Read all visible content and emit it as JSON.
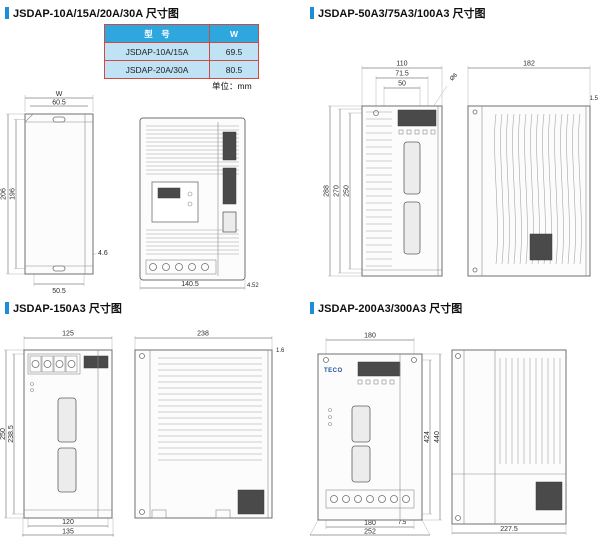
{
  "colors": {
    "accent": "#1b8ed8",
    "table_header_bg": "#2ea7de",
    "table_row_bg": "#bfe2f4",
    "table_border": "#cf4a41"
  },
  "sections": {
    "s1": {
      "title": "JSDAP-10A/15A/20A/30A 尺寸图",
      "table": {
        "col_model": "型　号",
        "col_w": "W",
        "rows": [
          {
            "model": "JSDAP-10A/15A",
            "w": "69.5"
          },
          {
            "model": "JSDAP-20A/30A",
            "w": "80.5"
          }
        ],
        "unit": "单位：mm"
      },
      "dims": {
        "width_w": "W",
        "hole_span": "60.5",
        "height_outer": "206",
        "height_inner": "196",
        "hole_dia": "4.6",
        "bottom_span": "50.5",
        "depth": "140.5",
        "panel_thickness": "4.52"
      }
    },
    "s2": {
      "title": "JSDAP-50A3/75A3/100A3 尺寸图",
      "dims": {
        "width": "110",
        "hole_span": "71.5",
        "inner_span": "50",
        "hole_dia": "Ø6",
        "height_outer": "288",
        "height_mid": "270",
        "height_inner": "250",
        "depth": "182",
        "flange": "1.5"
      }
    },
    "s3": {
      "title": "JSDAP-150A3 尺寸图",
      "dims": {
        "width": "125",
        "height_inner": "238.5",
        "height_outer": "250",
        "bottom_inner": "120",
        "bottom_outer": "135",
        "depth": "238",
        "flange": "1.6"
      }
    },
    "s4": {
      "title": "JSDAP-200A3/300A3 尺寸图",
      "brand": "TECO",
      "dims": {
        "width": "180",
        "height_inner": "424",
        "height_outer": "440",
        "bottom_inner": "180",
        "bottom_outer": "252",
        "hole_offset": "7.5",
        "depth": "227.5"
      }
    }
  }
}
